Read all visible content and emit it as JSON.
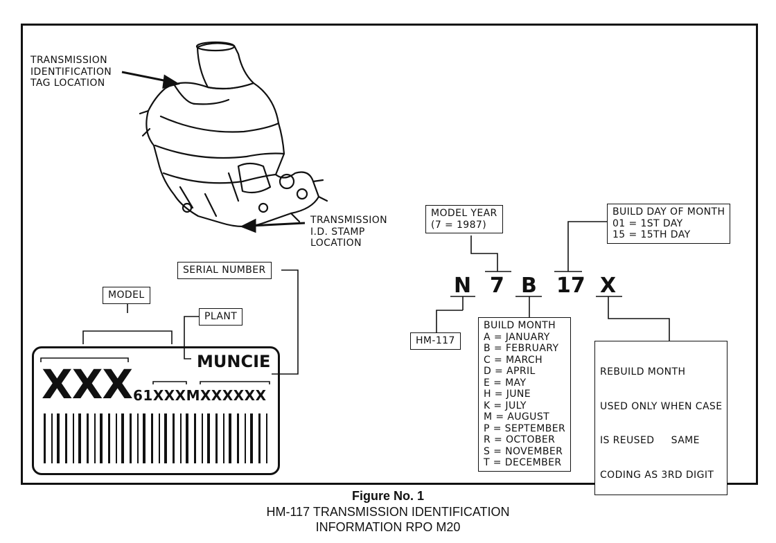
{
  "colors": {
    "ink": "#111111",
    "paper": "#ffffff"
  },
  "illustration": {
    "tag_location": [
      "TRANSMISSION",
      "IDENTIFICATION",
      "TAG LOCATION"
    ],
    "stamp_location": [
      "TRANSMISSION",
      "I.D. STAMP",
      "LOCATION"
    ]
  },
  "tag": {
    "serial_number_label": "SERIAL NUMBER",
    "model_label": "MODEL",
    "plant_label": "PLANT",
    "plant_name": "MUNCIE",
    "model_code": "XXX",
    "serial_code": "61XXXMXXXXXX"
  },
  "stamp_code": {
    "chars": [
      "N",
      "7",
      "B",
      "17",
      "X"
    ],
    "model_year": [
      "MODEL YEAR",
      "(7 = 1987)"
    ],
    "build_day": [
      "BUILD DAY OF MONTH",
      "01 = 1ST DAY",
      "15 = 15TH DAY"
    ],
    "model_name": "HM-117",
    "build_month": [
      "BUILD MONTH",
      "A = JANUARY",
      "B = FEBRUARY",
      "C = MARCH",
      "D = APRIL",
      "E = MAY",
      "H = JUNE",
      "K = JULY",
      "M = AUGUST",
      "P = SEPTEMBER",
      "R = OCTOBER",
      "S = NOVEMBER",
      "T = DECEMBER"
    ],
    "rebuild_month": [
      "REBUILD MONTH",
      "USED ONLY WHEN CASE",
      "IS REUSED     SAME",
      "CODING AS 3RD DIGIT"
    ]
  },
  "caption": {
    "figure": "Figure No. 1",
    "line1": "HM-117 TRANSMISSION IDENTIFICATION",
    "line2": "INFORMATION RPO M20"
  }
}
